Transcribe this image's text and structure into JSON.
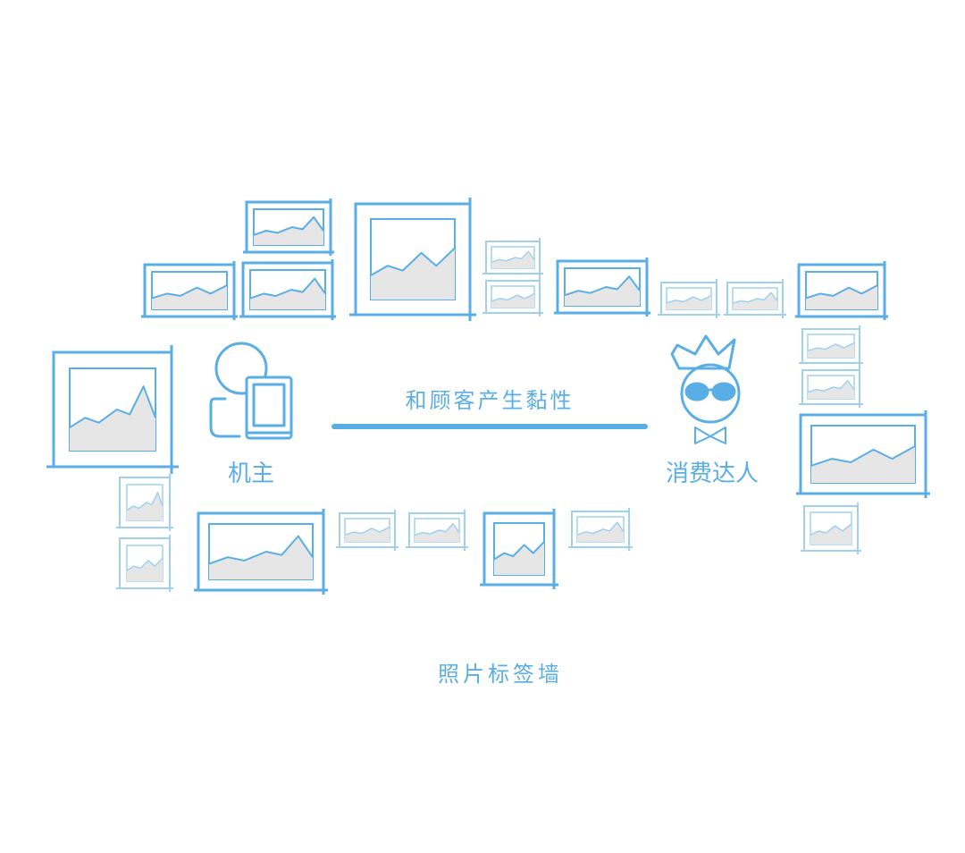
{
  "labels": {
    "owner": "机主",
    "expert": "消费达人",
    "relation": "和顾客产生黏性",
    "title": "照片标签墙"
  },
  "icons": {
    "owner": "owner-device-icon",
    "expert": "crowned-face-icon",
    "frame": "photo-frame-icon"
  },
  "colors": {
    "accent": "#5aaee6",
    "frame_light": "#9fd0f0",
    "fill": "#e6e6e6",
    "text": "#5aaee6"
  }
}
